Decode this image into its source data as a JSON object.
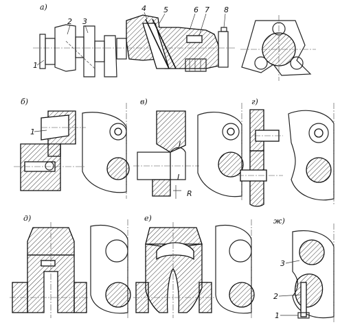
{
  "panels": {
    "a": {
      "label": "а)",
      "callouts": [
        "1",
        "2",
        "3",
        "4",
        "5",
        "6",
        "7",
        "8"
      ]
    },
    "b": {
      "label": "б)",
      "callouts": [
        "1"
      ]
    },
    "v": {
      "label": "в)",
      "marks": [
        "I",
        "I",
        "R"
      ]
    },
    "g": {
      "label": "г)"
    },
    "d": {
      "label": "д)"
    },
    "e": {
      "label": "е)"
    },
    "zh": {
      "label": "ж)",
      "callouts": [
        "3",
        "2",
        "1"
      ]
    }
  }
}
